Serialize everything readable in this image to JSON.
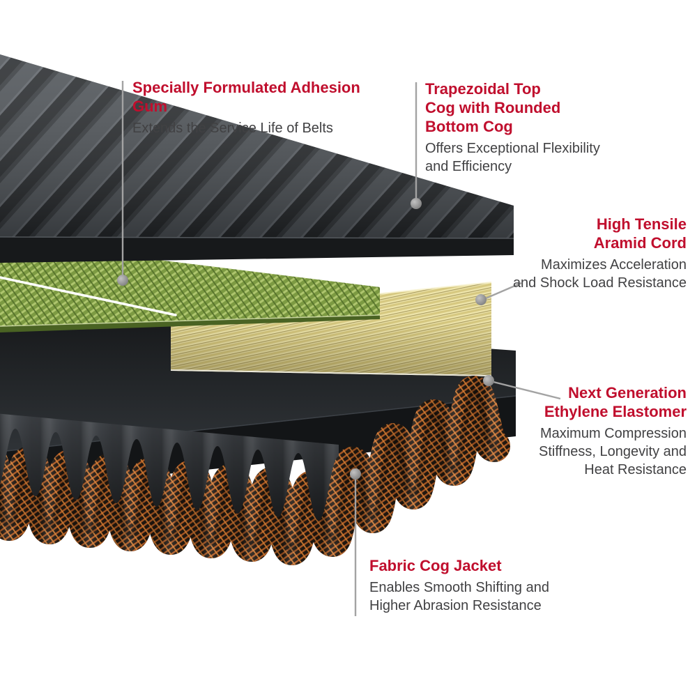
{
  "figure": {
    "type": "exploded-belt-construction-diagram",
    "background": "#ffffff",
    "palette": {
      "accent_red": "#c00e2d",
      "body_text": "#414143",
      "leader_line": "#a3a3a3",
      "top_cog_gray": "#44484c",
      "adhesion_gum_green": "#7c9a42",
      "aramid_cord_yellow": "#eee5ab",
      "elastomer_black": "#232629",
      "jacket_orange": "#c4662a"
    },
    "callouts": [
      {
        "id": "adhesion-gum",
        "title": "Specially Formulated Adhesion Gum",
        "title_lines": [
          "Specially Formulated Adhesion",
          "Gum"
        ],
        "description": "Extends the Service Life of Belts",
        "desc_lines": [
          "Extends the Service Life of Belts"
        ],
        "align": "left"
      },
      {
        "id": "top-cog",
        "title": "Trapezoidal Top Cog with Rounded Bottom Cog",
        "title_lines": [
          "Trapezoidal Top",
          "Cog with Rounded",
          "Bottom Cog"
        ],
        "description": "Offers Exceptional Flexibility and Efficiency",
        "desc_lines": [
          "Offers Exceptional Flexibility",
          "and Efficiency"
        ],
        "align": "left"
      },
      {
        "id": "aramid-cord",
        "title": "High Tensile Aramid Cord",
        "title_lines": [
          "High Tensile",
          "Aramid Cord"
        ],
        "description": "Maximizes Acceleration and Shock Load Resistance",
        "desc_lines": [
          "Maximizes Acceleration",
          "and Shock Load Resistance"
        ],
        "align": "right"
      },
      {
        "id": "elastomer",
        "title": "Next Generation Ethylene Elastomer",
        "title_lines": [
          "Next Generation",
          "Ethylene Elastomer"
        ],
        "description": "Maximum Compression Stiffness, Longevity and Heat Resistance",
        "desc_lines": [
          "Maximum Compression",
          "Stiffness, Longevity and",
          "Heat Resistance"
        ],
        "align": "right"
      },
      {
        "id": "cog-jacket",
        "title": "Fabric Cog Jacket",
        "title_lines": [
          "Fabric Cog Jacket"
        ],
        "description": "Enables Smooth Shifting and Higher Abrasion Resistance",
        "desc_lines": [
          "Enables Smooth Shifting and",
          "Higher Abrasion Resistance"
        ],
        "align": "left"
      }
    ],
    "layers": [
      {
        "id": "trapezoidal-top-cog",
        "callout": "top-cog"
      },
      {
        "id": "adhesion-gum",
        "callout": "adhesion-gum"
      },
      {
        "id": "aramid-cord",
        "callout": "aramid-cord"
      },
      {
        "id": "ethylene-elastomer",
        "callout": "elastomer"
      },
      {
        "id": "fabric-cog-jacket",
        "callout": "cog-jacket"
      }
    ]
  }
}
